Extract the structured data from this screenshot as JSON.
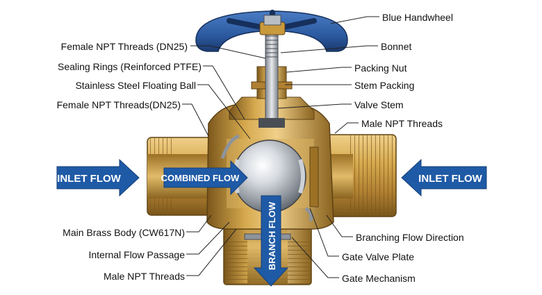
{
  "callouts_left": [
    {
      "id": "female-npt-dn25",
      "text": "Female NPT Threads (DN25)"
    },
    {
      "id": "sealing-rings",
      "text": "Sealing Rings (Reinforced PTFE)"
    },
    {
      "id": "floating-ball",
      "text": "Stainless Steel Floating Ball"
    },
    {
      "id": "female-npt-dn25b",
      "text": "Female NPT Threads(DN25)"
    },
    {
      "id": "brass-body",
      "text": "Main Brass Body (CW617N)"
    },
    {
      "id": "flow-passage",
      "text": "Internal Flow Passage"
    },
    {
      "id": "male-npt-bottom",
      "text": "Male NPT Threads"
    }
  ],
  "callouts_right": [
    {
      "id": "handwheel",
      "text": "Blue Handwheel"
    },
    {
      "id": "bonnet",
      "text": "Bonnet"
    },
    {
      "id": "packing-nut",
      "text": "Packing Nut"
    },
    {
      "id": "stem-packing",
      "text": "Stem Packing"
    },
    {
      "id": "valve-stem",
      "text": "Valve Stem"
    },
    {
      "id": "male-npt-right",
      "text": "Male NPT Threads"
    },
    {
      "id": "branching-dir",
      "text": "Branching Flow Direction"
    },
    {
      "id": "gate-plate",
      "text": "Gate Valve Plate"
    },
    {
      "id": "gate-mechanism",
      "text": "Gate Mechanism"
    }
  ],
  "flow_arrows": {
    "inlet_left": "INLET FLOW",
    "combined": "COMBINED FLOW",
    "inlet_right": "INLET FLOW",
    "branch": "BRANCH FLOW"
  },
  "colors": {
    "arrow_blue": "#1f5aa6",
    "handwheel_blue": "#2c5aa0",
    "brass": "#c99a3c",
    "brass_dark": "#8a6420",
    "steel": "#b9bec6"
  }
}
